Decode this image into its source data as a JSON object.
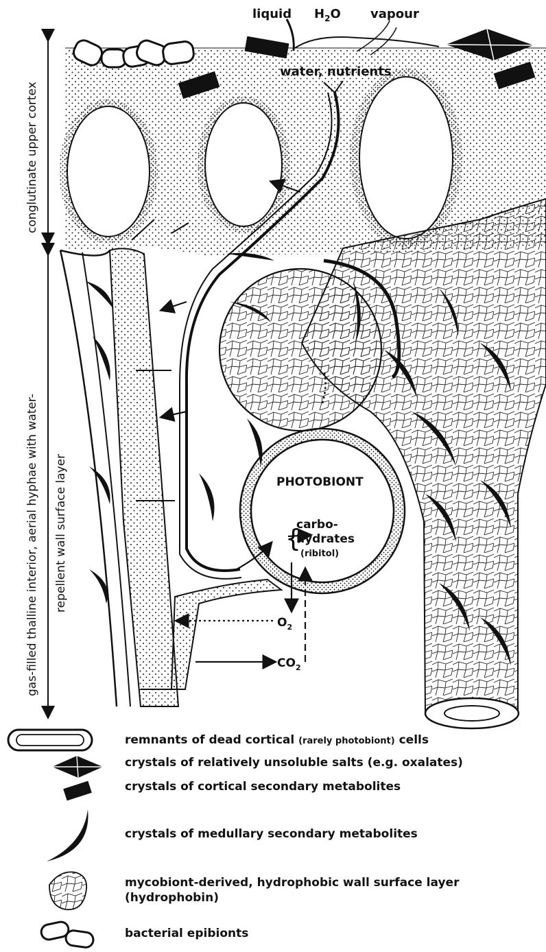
{
  "top_labels": {
    "liquid": "liquid",
    "h2o_main": "H",
    "h2o_sub": "2",
    "h2o_end": "O",
    "vapour": "vapour",
    "water_nutrients": "water,  nutrients"
  },
  "vertical_labels": {
    "cortex": "conglutinate upper cortex",
    "interior_line1": "gas-filled thalline interior, aerial hyphae with water-",
    "interior_line2": "repellent wall surface layer"
  },
  "center_labels": {
    "photobiont": "PHOTOBIONT",
    "carbo1": "carbo-",
    "carbo2": "hydrates",
    "ribitol": "(ribitol)",
    "o2_main": "O",
    "o2_sub": "2",
    "co2_main": "CO",
    "co2_sub": "2"
  },
  "legend": [
    {
      "icon": "dead-cell-remnant-icon",
      "text": "remnants of dead cortical ",
      "small": "(rarely photobiont)",
      "text_end": " cells"
    },
    {
      "icon": "oxalate-crystal-icon",
      "text": "crystals of relatively unsoluble salts (e.g. oxalates)"
    },
    {
      "icon": "cortical-crystal-icon",
      "text": "crystals of cortical secondary metabolites"
    },
    {
      "icon": "medullary-crystal-icon",
      "text": "crystals of medullary secondary metabolites"
    },
    {
      "icon": "hydrophobin-icon",
      "text": "mycobiont-derived, hydrophobic wall surface layer",
      "text2": "(hydrophobin)"
    },
    {
      "icon": "bacteria-icon",
      "text": "bacterial epibionts"
    }
  ],
  "colors": {
    "ink": "#111111",
    "paper": "#ffffff"
  }
}
